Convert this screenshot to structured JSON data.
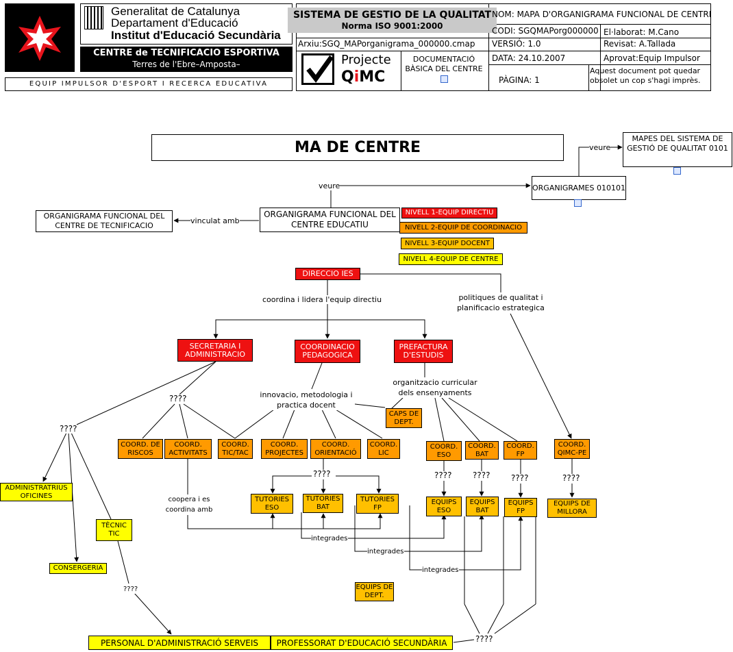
{
  "header": {
    "gencat_line1": "Generalitat de Catalunya",
    "gencat_line2": "Departament d'Educació",
    "gencat_line3": "Institut d'Educació Secundària",
    "centre_line1": "CENTRE de TECNIFICACIO ESPORTIVA",
    "centre_line2": "Terres de l'Ebre–Amposta–",
    "equip_band": "EQUIP IMPULSOR D'ESPORT I RECERCA EDUCATIVA",
    "sistema_title": "SISTEMA DE GESTIO DE LA QUALITAT",
    "norma": "Norma ISO 9001:2000",
    "arxiu": "Arxiu:SGQ_MAPorganigrama_000000.cmap",
    "projecte_line1": "Projecte",
    "projecte_line2_a": "Q",
    "projecte_line2_b": "i",
    "projecte_line2_c": "MC",
    "documentacio": "DOCUMENTACIÓ BÀSICA DEL CENTRE",
    "nom": "NOM: MAPA D'ORGANIGRAMA FUNCIONAL DE CENTRE",
    "codi": "CODI: SGQMAPorg000000",
    "elaborat": "El·laborat: M.Cano",
    "versio": "VERSIÓ: 1.0",
    "revisat": "Revisat: A.Tallada",
    "data": "DATA: 24.10.2007",
    "aprovat": "Aprovat:Equip Impulsor",
    "pagina": "PÀGINA: 1",
    "obsolet": "Aquest document pot quedar obsolet un cop s'hagi imprès."
  },
  "map": {
    "title": "MA DE CENTRE",
    "mapes": "MAPES DEL SISTEMA DE GESTIÓ DE QUALITAT 0101",
    "organigrames": "ORGANIGRAMES 010101",
    "org_educatiu": "ORGANIGRAMA FUNCIONAL DEL CENTRE EDUCATIU",
    "org_tecnificacio": "ORGANIGRAMA FUNCIONAL DEL CENTRE DE TECNIFICACIO",
    "nivell1": "NIVELL 1-EQUIP DIRECTIU",
    "nivell2": "NIVELL 2-EQUIP DE COORDINACIO",
    "nivell3": "NIVELL 3-EQUIP DOCENT",
    "nivell4": "NIVELL 4-EQUIP DE CENTRE",
    "direccio": "DIRECCIO IES",
    "secretaria": "SECRETARIA I ADMINISTRACIO",
    "coord_ped": "COORDINACIO PEDAGOGICA",
    "prefactura": "PREFACTURA D'ESTUDIS",
    "caps_dept": "CAPS DE DEPT.",
    "coord_riscos": "COORD. DE RISCOS",
    "coord_activitats": "COORD. ACTIVITATS",
    "coord_tic": "COORD. TIC/TAC",
    "coord_projectes": "COORD. PROJECTES",
    "coord_orientacio": "COORD. ORIENTACIÓ",
    "coord_lic": "COORD. LIC",
    "coord_eso": "COORD. ESO",
    "coord_bat": "COORD. BAT",
    "coord_fp": "COORD. FP",
    "coord_qimc": "COORD. QIMC-PE",
    "administratius": "ADMINISTRATRIUS OFICINES",
    "tecnic": "TÈCNIC TIC",
    "consergeria": "CONSERGERIA",
    "tutories_eso": "TUTORIES ESO",
    "tutories_bat": "TUTORIES BAT",
    "tutories_fp": "TUTORIES FP",
    "equips_eso": "EQUIPS ESO",
    "equips_bat": "EQUIPS BAT",
    "equips_fp": "EQUIPS FP",
    "equips_millora": "EQUIPS DE MILLORA",
    "equips_dept": "EQUIPS DE DEPT.",
    "personal": "PERSONAL D'ADMINISTRACIÓ SERVEIS",
    "professorat": "PROFESSORAT D'EDUCACIÓ SECUNDÀRIA"
  },
  "links": {
    "veure": "veure",
    "vinculat": "vinculat amb",
    "coordina": "coordina i lidera l'equip directiu",
    "politiques": "politiques de qualitat i planificacio estrategica",
    "innovacio": "innovacio, metodologia i practica docent",
    "organitzacio": "organitzacio curricular dels ensenyaments",
    "coopera": "coopera i es coordina amb",
    "integrades": "integrades",
    "q": "????"
  },
  "colors": {
    "red": "#ee1111",
    "orange": "#ff9a00",
    "gold": "#ffc000",
    "yellow": "#ffff00"
  }
}
